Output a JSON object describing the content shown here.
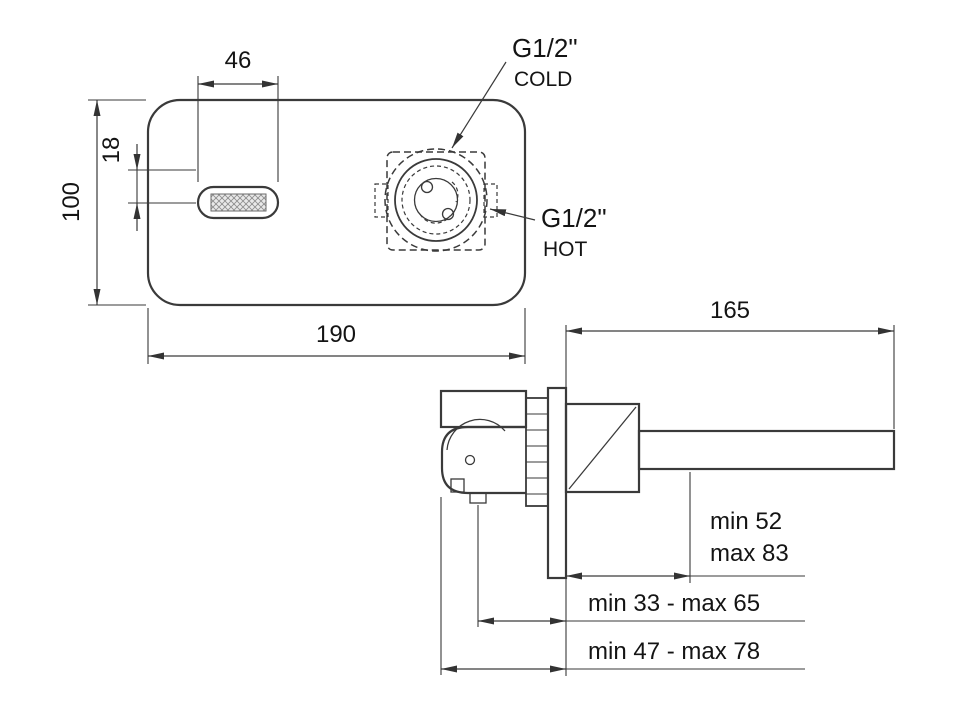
{
  "front_view": {
    "dims": {
      "slot_width": "46",
      "slot_offset": "18",
      "plate_height": "100",
      "plate_width": "190"
    },
    "labels": {
      "cold_size": "G1/2\"",
      "cold_name": "COLD",
      "hot_size": "G1/2\"",
      "hot_name": "HOT"
    }
  },
  "side_view": {
    "dims": {
      "spout_projection": "165",
      "depth_min": "min 52",
      "depth_max": "max 83",
      "handle_range": "min 33 - max 65",
      "body_range": "min 47 - max 78"
    }
  },
  "colors": {
    "line": "#3a3a3a",
    "text": "#141414",
    "background": "#ffffff"
  }
}
